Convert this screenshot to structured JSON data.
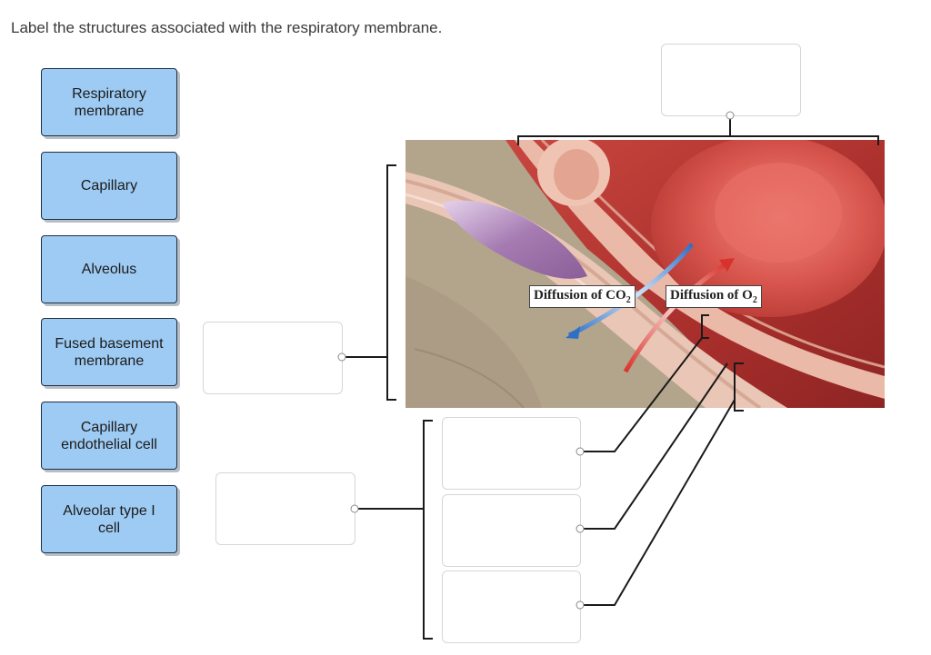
{
  "prompt": "Label the structures associated with the respiratory membrane.",
  "labels": [
    {
      "id": "respiratory-membrane",
      "text": "Respiratory\nmembrane"
    },
    {
      "id": "capillary",
      "text": "Capillary"
    },
    {
      "id": "alveolus",
      "text": "Alveolus"
    },
    {
      "id": "fused-basement-membrane",
      "text": "Fused basement\nmembrane"
    },
    {
      "id": "capillary-endothelial-cell",
      "text": "Capillary\nendothelial cell"
    },
    {
      "id": "alveolar-type-i-cell",
      "text": "Alveolar type I\ncell"
    }
  ],
  "figure": {
    "co2_label": "Diffusion of CO",
    "co2_sub": "2",
    "o2_label": "Diffusion of O",
    "o2_sub": "2"
  },
  "colors": {
    "label_fill": "#9ecbf3",
    "label_border": "#1f2f44",
    "co2_arrow": "#2f6fc4",
    "o2_arrow": "#d9322c"
  }
}
